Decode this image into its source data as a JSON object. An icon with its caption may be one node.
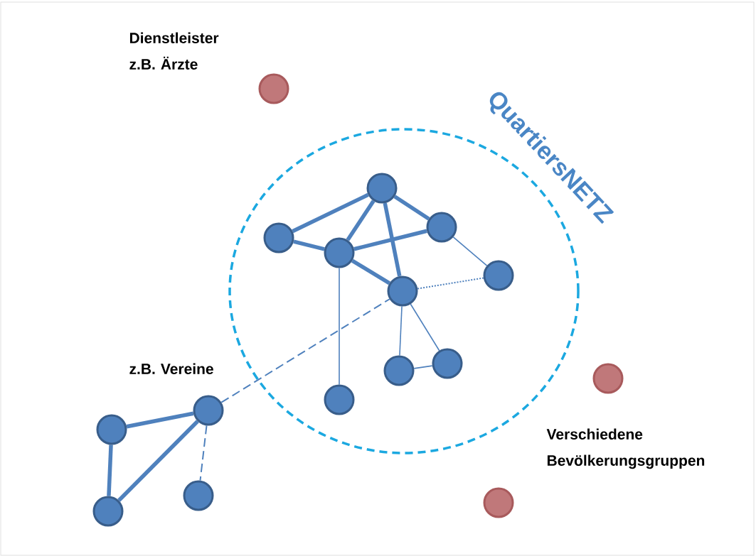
{
  "diagram": {
    "nodes": [
      {
        "text": [
          "QuartiersNETZ"
        ]
      },
      {
        "text": [],
        "shape": "circle",
        "beside": [
          "Dienstleister z.B. Ärzte"
        ]
      },
      {
        "text": [],
        "shape": "circle",
        "in": 0
      },
      {
        "text": [],
        "shape": "circle",
        "in": 0
      },
      {
        "text": [],
        "shape": "circle",
        "in": 0
      },
      {
        "text": [],
        "shape": "circle",
        "in": 0
      },
      {
        "text": [],
        "shape": "circle",
        "in": 0
      },
      {
        "text": [],
        "shape": "circle",
        "in": 0
      },
      {
        "text": [],
        "shape": "circle",
        "in": 0
      },
      {
        "text": [],
        "shape": "circle",
        "in": 0
      },
      {
        "text": [],
        "shape": "circle"
      },
      {
        "text": [],
        "shape": "circle",
        "in": 0
      },
      {
        "text": [],
        "shape": "circle"
      },
      {
        "text": [],
        "shape": "circle"
      },
      {
        "text": [],
        "shape": "circle"
      },
      {
        "text": [],
        "shape": "circle"
      },
      {
        "text": [],
        "shape": "circle"
      }
    ],
    "edges": [
      {
        "from": 2,
        "to": 4,
        "arrow": "none"
      },
      {
        "from": 2,
        "to": 5,
        "arrow": "none"
      },
      {
        "from": 2,
        "to": 7,
        "arrow": "none"
      },
      {
        "from": 2,
        "to": 3,
        "arrow": "none"
      },
      {
        "from": 4,
        "to": 5,
        "arrow": "none"
      },
      {
        "from": 5,
        "to": 3,
        "arrow": "none"
      },
      {
        "from": 5,
        "to": 7,
        "arrow": "none"
      },
      {
        "from": 3,
        "to": 6,
        "arrow": "none"
      },
      {
        "from": 7,
        "to": 6,
        "arrow": "none",
        "style": "dashed"
      },
      {
        "from": 7,
        "to": 9,
        "arrow": "none"
      },
      {
        "from": 7,
        "to": 8,
        "arrow": "none"
      },
      {
        "from": 9,
        "to": 8,
        "arrow": "none"
      },
      {
        "from": 5,
        "to": 11,
        "arrow": "none"
      },
      {
        "from": 12,
        "to": 7,
        "arrow": "none",
        "style": "dashed"
      },
      {
        "from": 12,
        "to": 13,
        "arrow": "none"
      },
      {
        "from": 13,
        "to": 16,
        "arrow": "none"
      },
      {
        "from": 16,
        "to": 12,
        "arrow": "none"
      },
      {
        "from": 12,
        "to": 14,
        "arrow": "none",
        "style": "dashed"
      }
    ],
    "labels": [
      "z.B. Vereine",
      "Verschiedene Bevölkerungsgruppen"
    ]
  }
}
